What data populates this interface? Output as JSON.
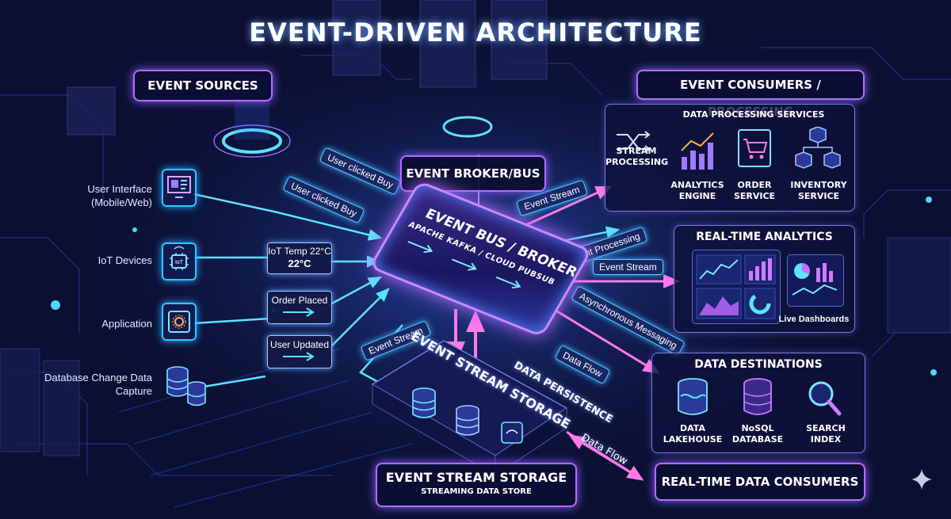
{
  "title": "EVENT-DRIVEN ARCHITECTURE",
  "sections": {
    "sources": "EVENT SOURCES",
    "broker_label": "EVENT BROKER/BUS",
    "consumers": "EVENT CONSUMERS / PROCESSING",
    "storage_title": "EVENT STREAM STORAGE",
    "storage_subtitle": "STREAMING DATA STORE",
    "realtime_consumers": "REAL-TIME DATA CONSUMERS"
  },
  "broker": {
    "title": "EVENT BUS / BROKER",
    "subtitle": "APACHE KAFKA / CLOUD PUBSUB"
  },
  "sources": [
    {
      "label": "User Interface (Mobile/Web)",
      "icon": "monitor-icon"
    },
    {
      "label": "IoT Devices",
      "icon": "iot-chip-icon"
    },
    {
      "label": "Application",
      "icon": "app-gear-icon"
    },
    {
      "label": "Database Change Data Capture",
      "icon": "database-icon"
    }
  ],
  "events": {
    "iot_event": "IoT Temp 22°C",
    "iot_value": "22°C",
    "order": "Order Placed",
    "user": "User Updated"
  },
  "flow_labels": {
    "click1": "User clicked Buy",
    "click2": "User clicked Buy",
    "event_stream_1": "Event Stream",
    "event_processing": "Event Processing",
    "event_stream_2": "Event Stream",
    "async": "Asynchronous Messaging",
    "data_flow_1": "Data Flow",
    "event_stream_3": "Event Stream",
    "data_persistence": "DATA PERSISTENCE",
    "data_flow_2": "Data Flow"
  },
  "processing": {
    "title": "DATA PROCESSING SERVICES",
    "services": [
      {
        "label": "STREAM PROCESSING",
        "icon": "shuffle-icon"
      },
      {
        "label": "ANALYTICS ENGINE",
        "icon": "bar-chart-icon"
      },
      {
        "label": "ORDER SERVICE",
        "icon": "cart-icon"
      },
      {
        "label": "INVENTORY SERVICE",
        "icon": "boxes-icon"
      }
    ]
  },
  "analytics": {
    "title": "REAL-TIME ANALYTICS",
    "dashboards_label": "Live Dashboards"
  },
  "storage_diagram_title": "EVENT STREAM STORAGE",
  "destinations": {
    "title": "DATA DESTINATIONS",
    "items": [
      {
        "label": "DATA LAKEHOUSE",
        "icon": "lakehouse-icon"
      },
      {
        "label": "NoSQL DATABASE",
        "icon": "nosql-icon"
      },
      {
        "label": "SEARCH INDEX",
        "icon": "magnifier-icon"
      }
    ]
  },
  "colors": {
    "background": "#0b1033",
    "accent_purple": "#b46cff",
    "accent_cyan": "#31c8ff",
    "accent_pink": "#e85cff"
  }
}
